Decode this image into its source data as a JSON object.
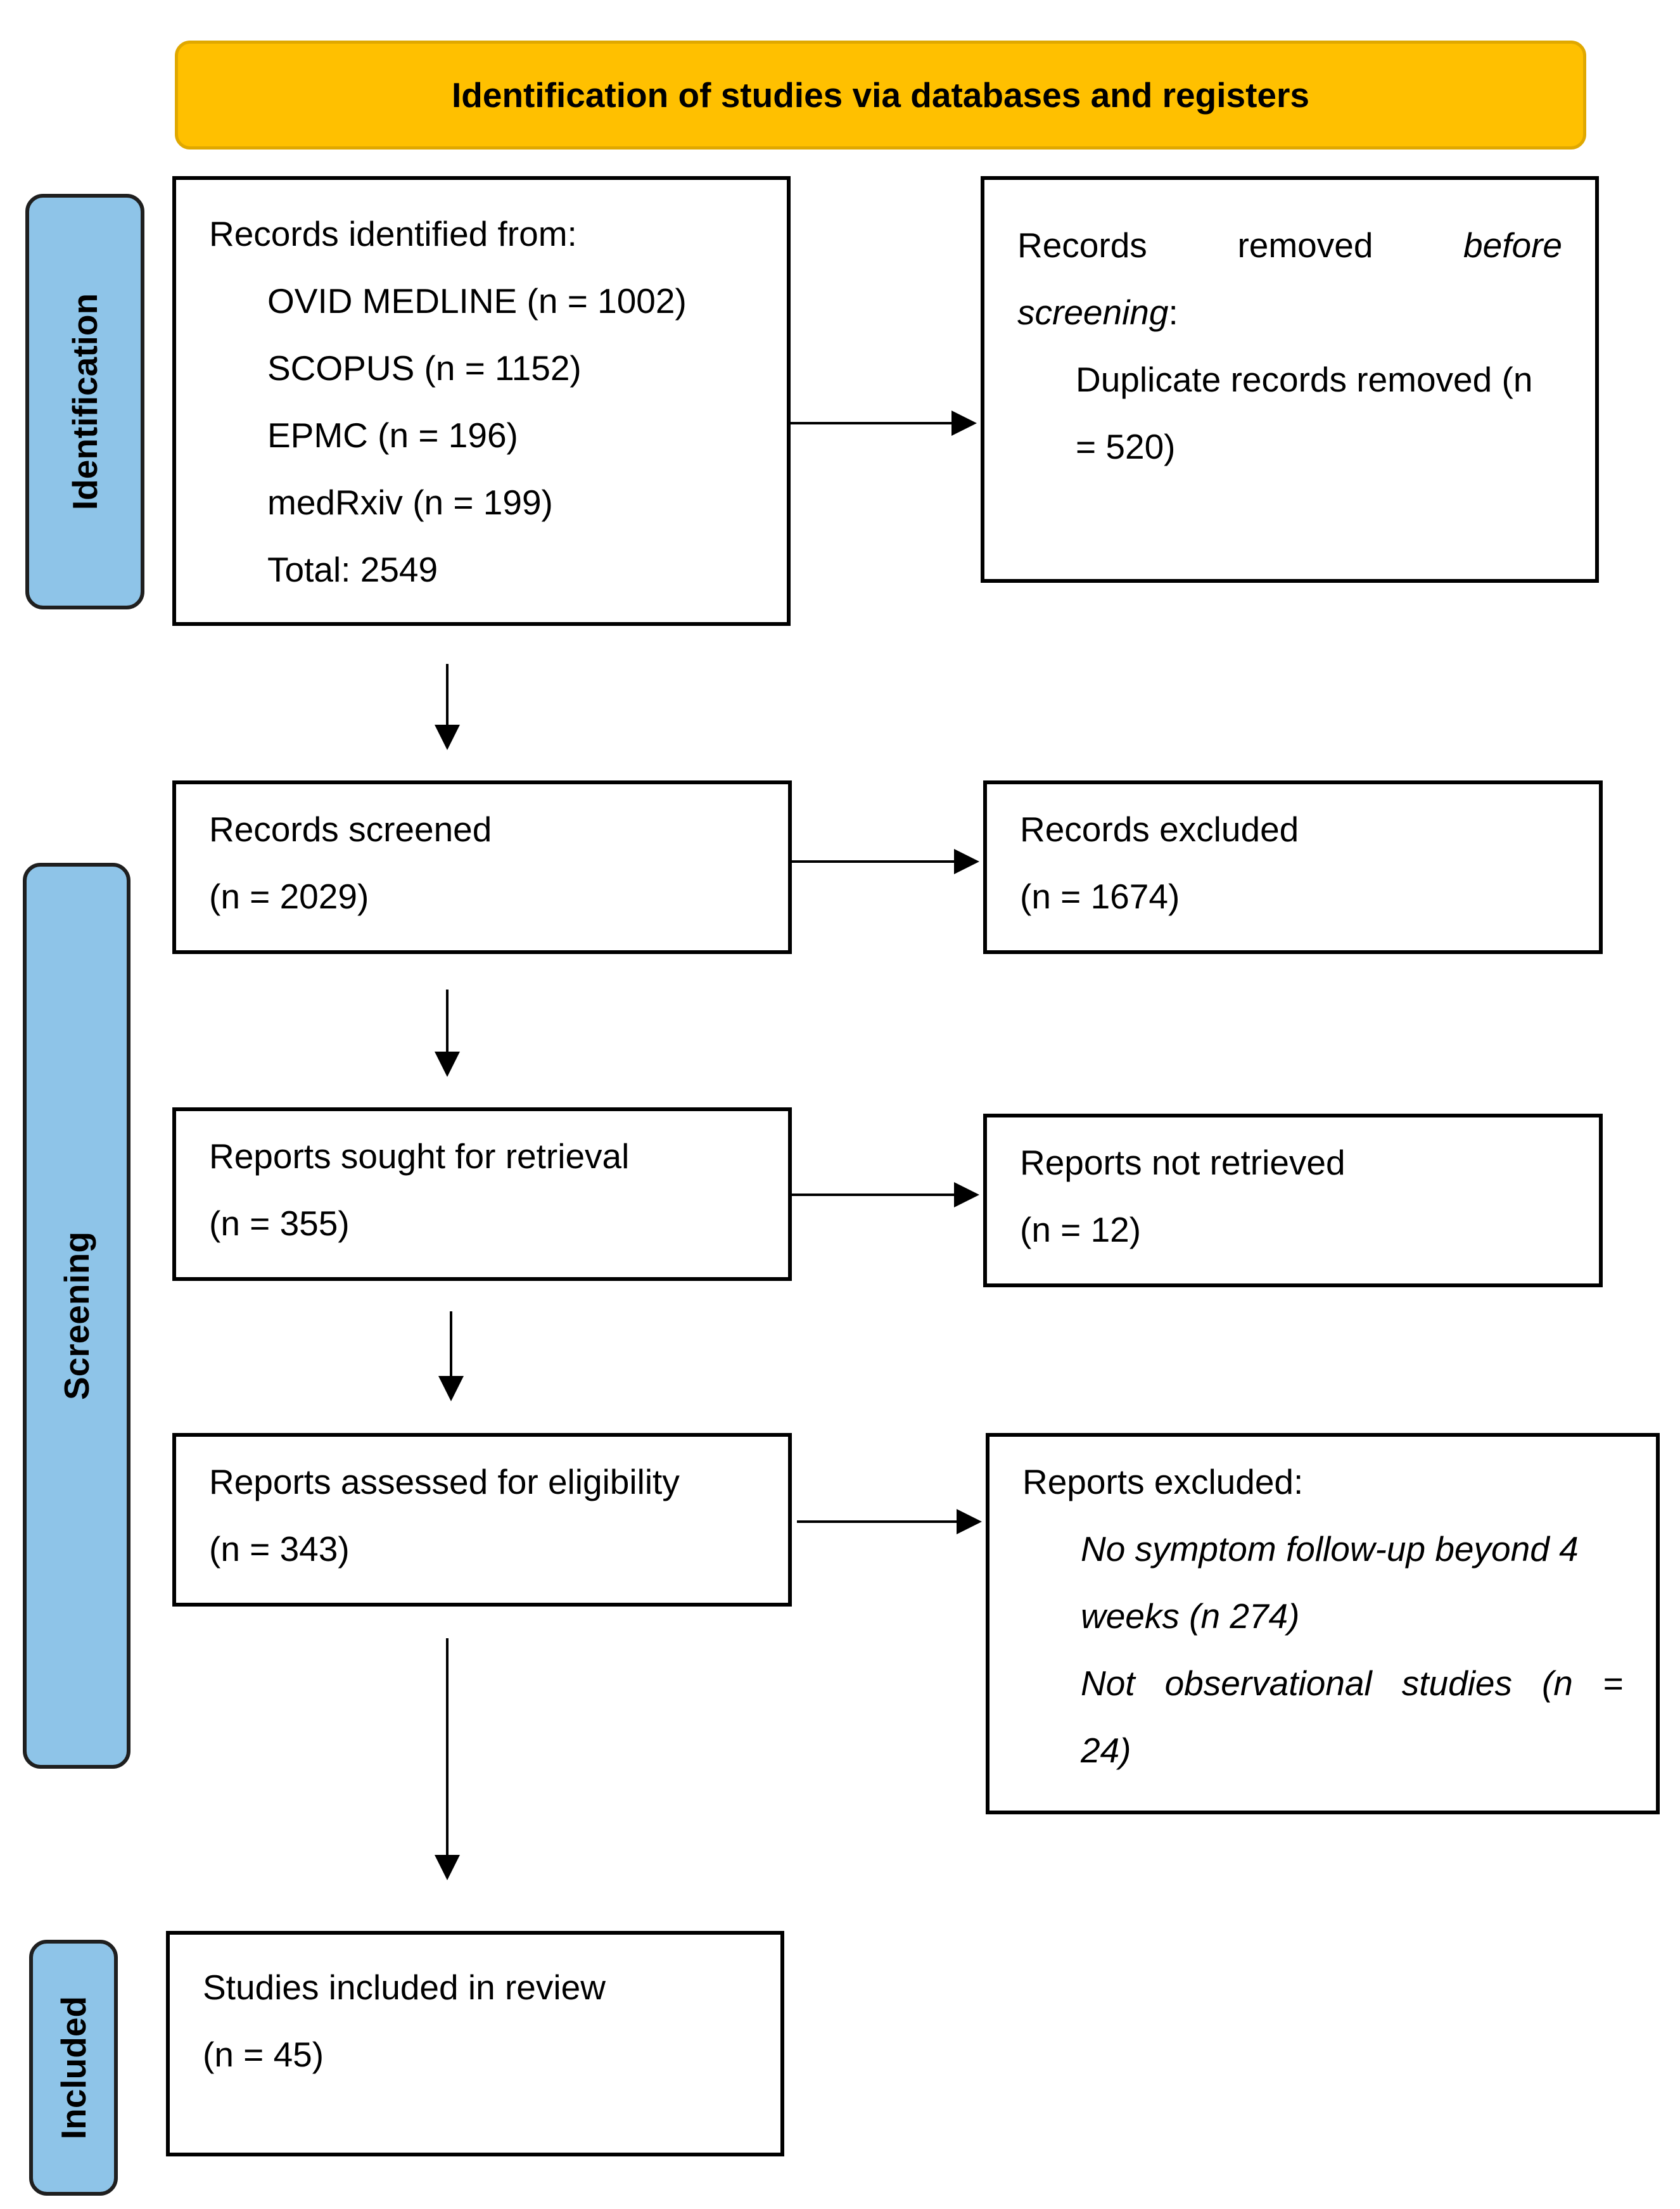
{
  "header": {
    "title": "Identification of studies via databases and registers"
  },
  "phases": {
    "identification": "Identification",
    "screening": "Screening",
    "included": "Included"
  },
  "boxes": {
    "records_identified": {
      "heading": "Records identified from:",
      "sources": [
        "OVID MEDLINE (n = 1002)",
        "SCOPUS (n = 1152)",
        "EPMC (n = 196)",
        "medRxiv (n = 199)",
        "Total: 2549"
      ]
    },
    "records_removed": {
      "word1": "Records",
      "word2": "removed",
      "word3": "before",
      "word4": "screening",
      "colon": ":",
      "detail_line1": "Duplicate records removed  (n",
      "detail_line2": "= 520)"
    },
    "records_screened": {
      "label": "Records screened",
      "count": "(n = 2029)"
    },
    "records_excluded": {
      "label": "Records excluded",
      "count": "(n = 1674)"
    },
    "reports_sought": {
      "label": "Reports sought for retrieval",
      "count": "(n = 355)"
    },
    "reports_not_retrieved": {
      "label": "Reports not retrieved",
      "count": "(n = 12)"
    },
    "reports_assessed": {
      "label": "Reports assessed for eligibility",
      "count": "(n = 343)"
    },
    "reports_excluded": {
      "heading": "Reports excluded:",
      "reason1_line1": "No symptom follow-up beyond 4",
      "reason1_line2": "weeks (n 274)",
      "reason2_words": [
        "Not",
        "observational",
        "studies",
        "(n",
        "="
      ],
      "reason2_line2": "24)"
    },
    "studies_included": {
      "label": "Studies included in review",
      "count": "(n = 45)"
    }
  },
  "colors": {
    "banner": "#ffc000",
    "phase": "#8ec4e8",
    "border": "#000000"
  }
}
